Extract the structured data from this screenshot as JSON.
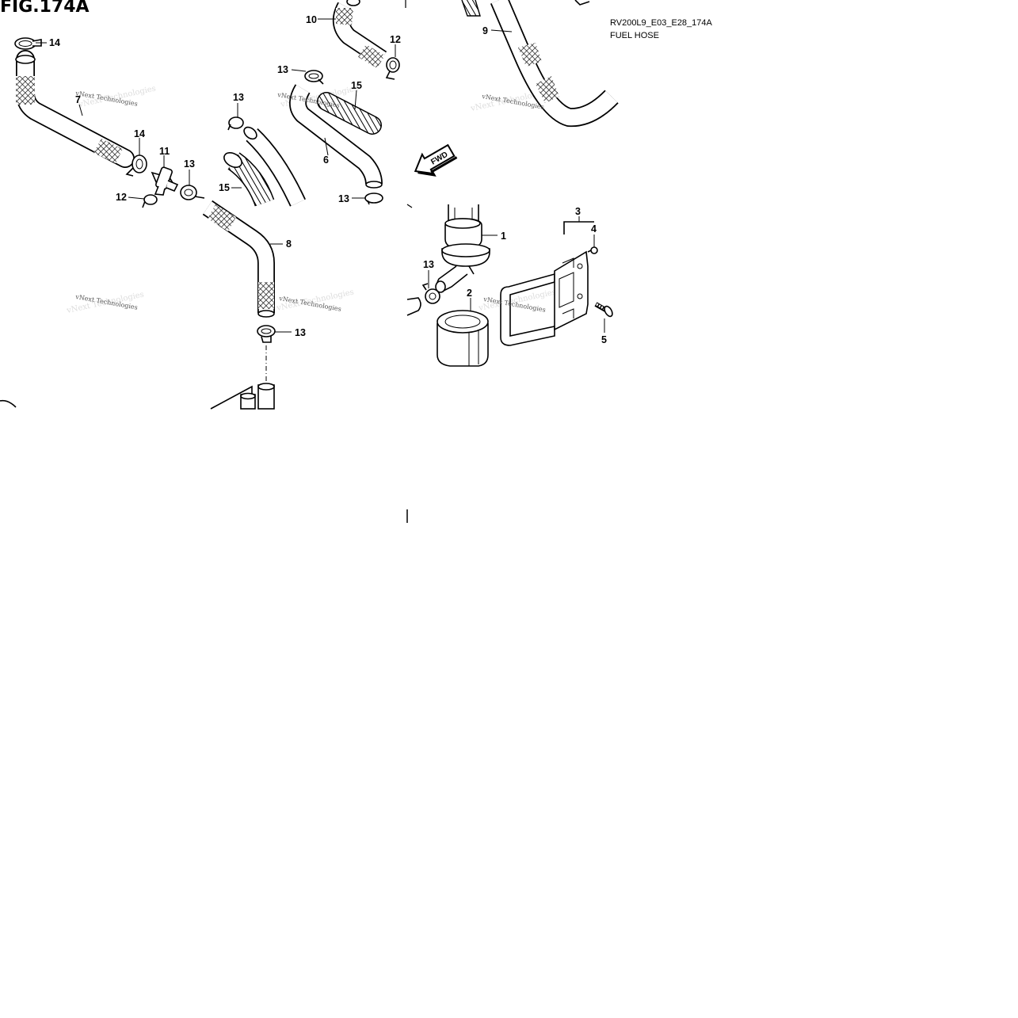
{
  "figure": {
    "title": "FIG.174A",
    "code": "RV200L9_E03_E28_174A",
    "name": "FUEL HOSE"
  },
  "arrow": {
    "label": "FWD"
  },
  "watermark": {
    "text": "vNext Technologies"
  },
  "callouts": [
    {
      "id": "c14a",
      "text": "14"
    },
    {
      "id": "c7",
      "text": "7"
    },
    {
      "id": "c14b",
      "text": "14"
    },
    {
      "id": "c11",
      "text": "11"
    },
    {
      "id": "c13a",
      "text": "13"
    },
    {
      "id": "c12a",
      "text": "12"
    },
    {
      "id": "c13b",
      "text": "13"
    },
    {
      "id": "c15a",
      "text": "15"
    },
    {
      "id": "c8",
      "text": "8"
    },
    {
      "id": "c13c",
      "text": "13"
    },
    {
      "id": "c10",
      "text": "10"
    },
    {
      "id": "c12b",
      "text": "12"
    },
    {
      "id": "c13d",
      "text": "13"
    },
    {
      "id": "c15b",
      "text": "15"
    },
    {
      "id": "c6",
      "text": "6"
    },
    {
      "id": "c13e",
      "text": "13"
    },
    {
      "id": "c9",
      "text": "9"
    },
    {
      "id": "c1",
      "text": "1"
    },
    {
      "id": "c13f",
      "text": "13"
    },
    {
      "id": "c2",
      "text": "2"
    },
    {
      "id": "c3",
      "text": "3"
    },
    {
      "id": "c4",
      "text": "4"
    },
    {
      "id": "c5",
      "text": "5"
    }
  ]
}
